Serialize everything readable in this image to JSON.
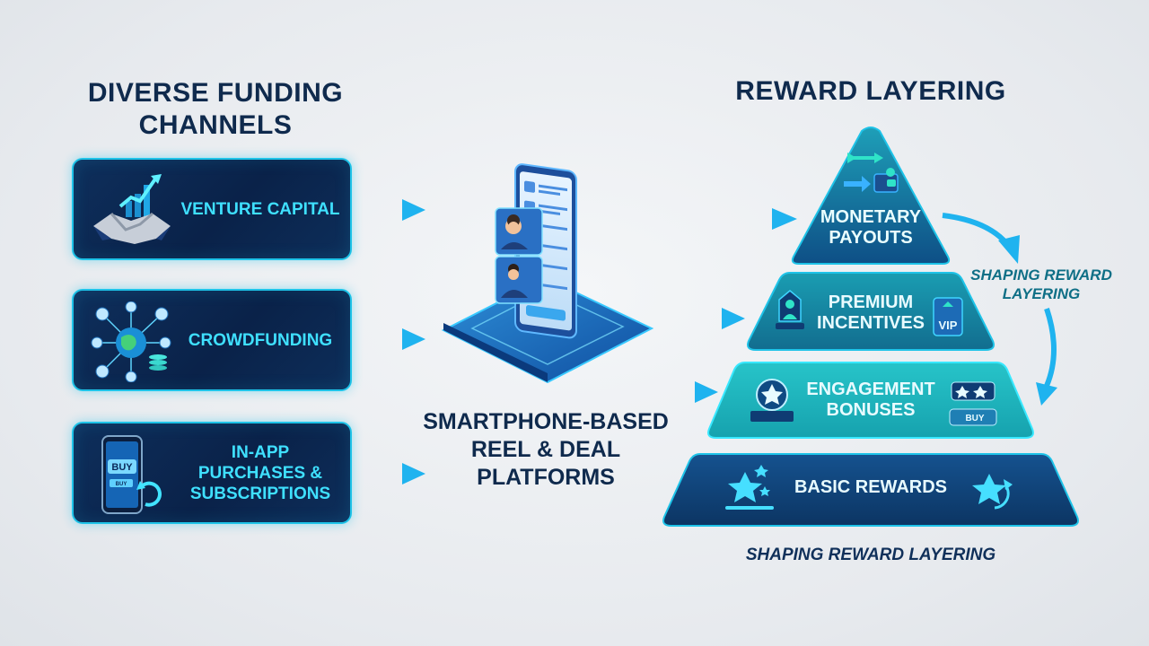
{
  "left_title": "DIVERSE FUNDING CHANNELS",
  "right_title": "REWARD LAYERING",
  "channels": [
    {
      "label": "VENTURE CAPITAL",
      "icon": "handshake-growth-icon"
    },
    {
      "label": "CROWDFUNDING",
      "icon": "globe-network-icon"
    },
    {
      "label": "IN-APP PURCHASES & SUBSCRIPTIONS",
      "icon": "phone-buy-icon"
    }
  ],
  "center": {
    "label": "SMARTPHONE-BASED REEL & DEAL PLATFORMS",
    "icon": "smartphone-platform-icon"
  },
  "icon_texts": {
    "phone_buy_top": "BUY",
    "phone_buy_bottom": "BUY",
    "premium_vip": "VIP",
    "engage_buy": "BUY"
  },
  "pyramid": [
    {
      "label": "MONETARY PAYOUTS",
      "icon": "wallet-transfer-icon"
    },
    {
      "label": "PREMIUM INCENTIVES",
      "icon": "vip-badge-icon"
    },
    {
      "label": "ENGAGEMENT BONUSES",
      "icon": "star-badge-icon"
    },
    {
      "label": "BASIC REWARDS",
      "icon": "stars-icon"
    }
  ],
  "side_note": "SHAPING REWARD LAYERING",
  "footer_note": "SHAPING REWARD LAYERING",
  "colors": {
    "navy": "#0f2a4d",
    "cyan": "#1ec3e8",
    "label_cyan": "#3fe0ff",
    "teal": "#17a7b8"
  }
}
